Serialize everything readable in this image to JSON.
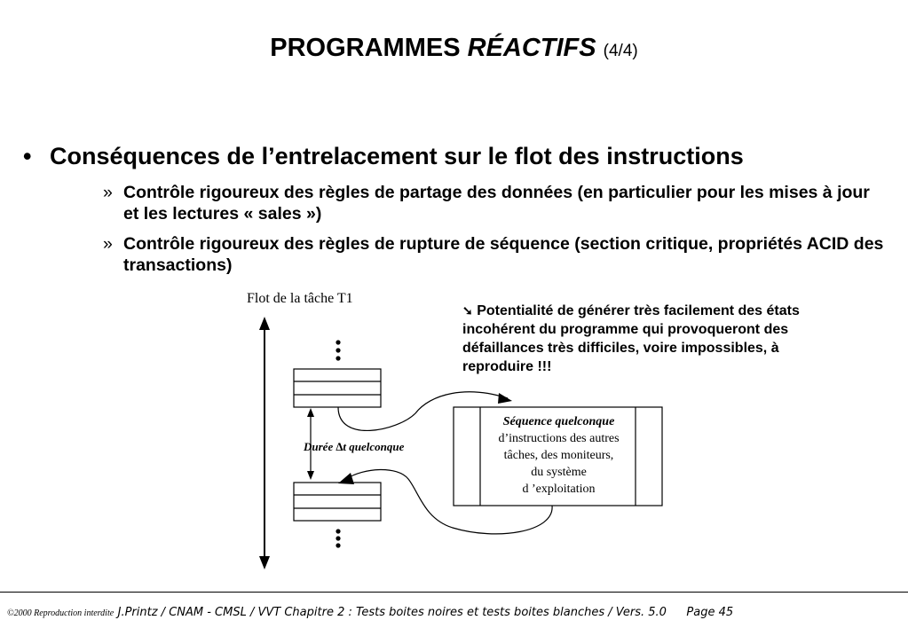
{
  "title": {
    "main": "PROGRAMMES ",
    "emph": "RÉACTIFS",
    "sub": "(4/4)"
  },
  "bullets": {
    "main_dot": "•",
    "main": "Conséquences de l’entrelacement sur le flot des instructions",
    "sub_mark": "»",
    "items": [
      "Contrôle rigoureux des règles de partage des données (en particulier pour les mises à jour et les lectures « sales »)",
      "Contrôle rigoureux des règles de rupture de séquence (section critique, propriétés ACID des transactions)"
    ]
  },
  "diagram": {
    "flow_label": "Flot de la tâche T1",
    "duration_label": "Durée ∆t quelconque",
    "callout_icon": "down-right-arrow-icon",
    "callout_glyph": "➘",
    "callout": "Potentialité de générer très facilement des états incohérent du programme qui provoqueront des défaillances très difficiles, voire impossibles, à reproduire !!!",
    "seq_box": {
      "title": "Séquence quelconque",
      "lines": [
        "d’instructions des autres",
        "tâches, des moniteurs,",
        "du système",
        "d ’exploitation"
      ]
    }
  },
  "footer": {
    "copyright": "©2000 Reproduction interdite",
    "text": "J.Printz / CNAM - CMSL / VVT Chapitre 2  : Tests boites noires et tests boites blanches / Vers. 5.0",
    "page": "Page 45"
  }
}
